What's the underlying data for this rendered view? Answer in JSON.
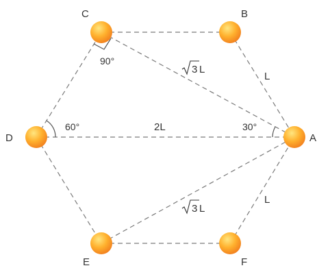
{
  "nodes": {
    "A": {
      "label": "A"
    },
    "B": {
      "label": "B"
    },
    "C": {
      "label": "C"
    },
    "D": {
      "label": "D"
    },
    "E": {
      "label": "E"
    },
    "F": {
      "label": "F"
    }
  },
  "distances": {
    "CA": {
      "radicand": "3",
      "unit": "L"
    },
    "EA": {
      "radicand": "3",
      "unit": "L"
    },
    "BA": "L",
    "FA": "L",
    "DA": "2L"
  },
  "angles": {
    "at_C": "90°",
    "at_D": "60°",
    "at_A": "30°"
  },
  "colors": {
    "node_highlight": "#ffe680",
    "node_mid": "#ffb12e",
    "node_edge": "#f07a1c",
    "edge": "#7a7a7a"
  }
}
